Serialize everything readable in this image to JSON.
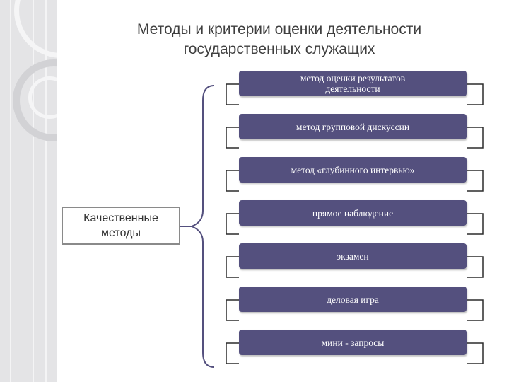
{
  "title": {
    "line1": "Методы и критерии оценки деятельности",
    "line2": "государственных служащих"
  },
  "category": {
    "line1": "Качественные",
    "line2": "методы"
  },
  "methods": [
    {
      "line1": "метод оценки результатов",
      "line2": "деятельности"
    },
    {
      "line1": "метод групповой дискуссии",
      "line2": ""
    },
    {
      "line1": "метод «глубинного интервью»",
      "line2": ""
    },
    {
      "line1": "прямое наблюдение",
      "line2": ""
    },
    {
      "line1": "экзамен",
      "line2": ""
    },
    {
      "line1": "деловая игра",
      "line2": ""
    },
    {
      "line1": "мини - запросы",
      "line2": ""
    }
  ],
  "colors": {
    "box_fill": "#54507e",
    "box_text": "#ffffff",
    "line": "#2b2b2b",
    "brace": "#54507e"
  }
}
